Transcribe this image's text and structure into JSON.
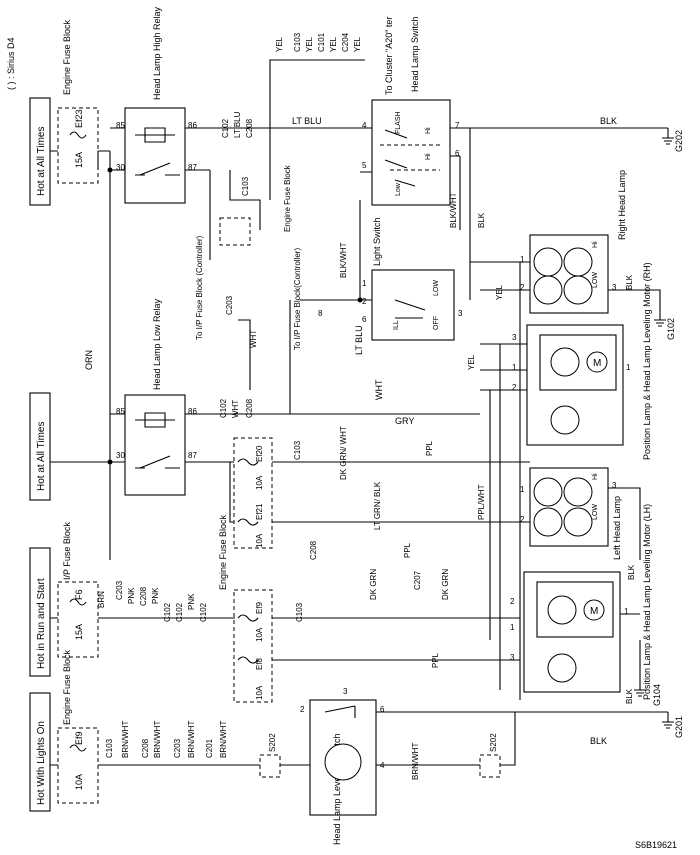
{
  "note": "( ) : Sirius D4",
  "figure_id": "S6B19621",
  "power_sources": [
    "Hot at All Times",
    "Hot at All Times",
    "Hot in Run and Start",
    "Hot With Lights On"
  ],
  "fuse_blocks": {
    "engine_fuse_block": "Engine Fuse Block",
    "ip_fuse_block": "I/P Fuse Block",
    "ip_fuse_block_controller": "To I/P Fuse Block (Controller)",
    "ip_fuse_block_controller_2": "To I/P Fuse Block(Controller)"
  },
  "fuses": {
    "ef23": {
      "name": "Ef23",
      "rating": "15A"
    },
    "f6": {
      "name": "F6",
      "rating": "15A"
    },
    "ef9_top": {
      "name": "Ef9",
      "rating": "10A"
    },
    "ef20": {
      "name": "Ef20",
      "rating": "10A"
    },
    "ef21": {
      "name": "Ef21",
      "rating": "10A"
    },
    "ef9": {
      "name": "Ef9",
      "rating": "10A"
    },
    "ef8": {
      "name": "Ef8",
      "rating": "10A"
    }
  },
  "relays": {
    "high": {
      "title": "Head Lamp High Relay",
      "pins": [
        "85",
        "86",
        "30",
        "87"
      ]
    },
    "low": {
      "title": "Head Lamp Low Relay",
      "pins": [
        "85",
        "86",
        "30",
        "87"
      ]
    }
  },
  "switches": {
    "head_lamp": {
      "title": "Head Lamp Switch",
      "positions": [
        "FLASH",
        "Hi",
        "Hi",
        "Low"
      ],
      "pins": [
        "4",
        "7",
        "6",
        "5"
      ]
    },
    "light": {
      "title": "Light Switch",
      "positions": [
        "LOW",
        "ILL",
        "OFF"
      ],
      "pins": [
        "1",
        "2",
        "6",
        "3",
        "8"
      ]
    },
    "leveling": {
      "title": "Head Lamp Leveling Switch",
      "pins": [
        "2",
        "3",
        "6",
        "4"
      ]
    }
  },
  "lamps": {
    "right": {
      "title": "Right Head Lamp",
      "labels": [
        "Hi",
        "LOW"
      ],
      "pins": [
        "1",
        "2",
        "3"
      ]
    },
    "left": {
      "title": "Left Head Lamp",
      "labels": [
        "Hi",
        "LOW"
      ],
      "pins": [
        "1",
        "2",
        "3"
      ]
    }
  },
  "motors": {
    "rh": {
      "title": "Position Lamp & Head Lamp Leveling Motor (RH)",
      "symbol": "M",
      "pins": [
        "3",
        "1",
        "2",
        "1"
      ]
    },
    "lh": {
      "title": "Position Lamp & Head Lamp Leveling Motor (LH)",
      "symbol": "M",
      "pins": [
        "2",
        "1",
        "3",
        "1"
      ]
    }
  },
  "grounds": [
    "G202",
    "G102",
    "G104",
    "G201"
  ],
  "splices": [
    "S202",
    "S202"
  ],
  "to_cluster": "To Cluster \"A20\" ter",
  "wires": {
    "ORN": "ORN",
    "LT_BLU": "LT BLU",
    "BLK": "BLK",
    "BLK_WHT": "BLK/WHT",
    "WHT": "WHT",
    "YEL": "YEL",
    "GRY": "GRY",
    "PPL": "PPL",
    "PPL_WHT": "PPL/WHT",
    "DK_GRN_WHT": "DK GRN/ WHT",
    "LT_GRN_BLK": "LT GRN/ BLK",
    "DK_GRN": "DK GRN",
    "BRN": "BRN",
    "PNK": "PNK",
    "BRN_WHT": "BRN/WHT"
  },
  "connectors": {
    "c102": "C102",
    "c103": "C103",
    "c208": "C208",
    "c101": "C101",
    "c204": "C204",
    "c203": "C203",
    "c201": "C201",
    "c207": "C207"
  }
}
